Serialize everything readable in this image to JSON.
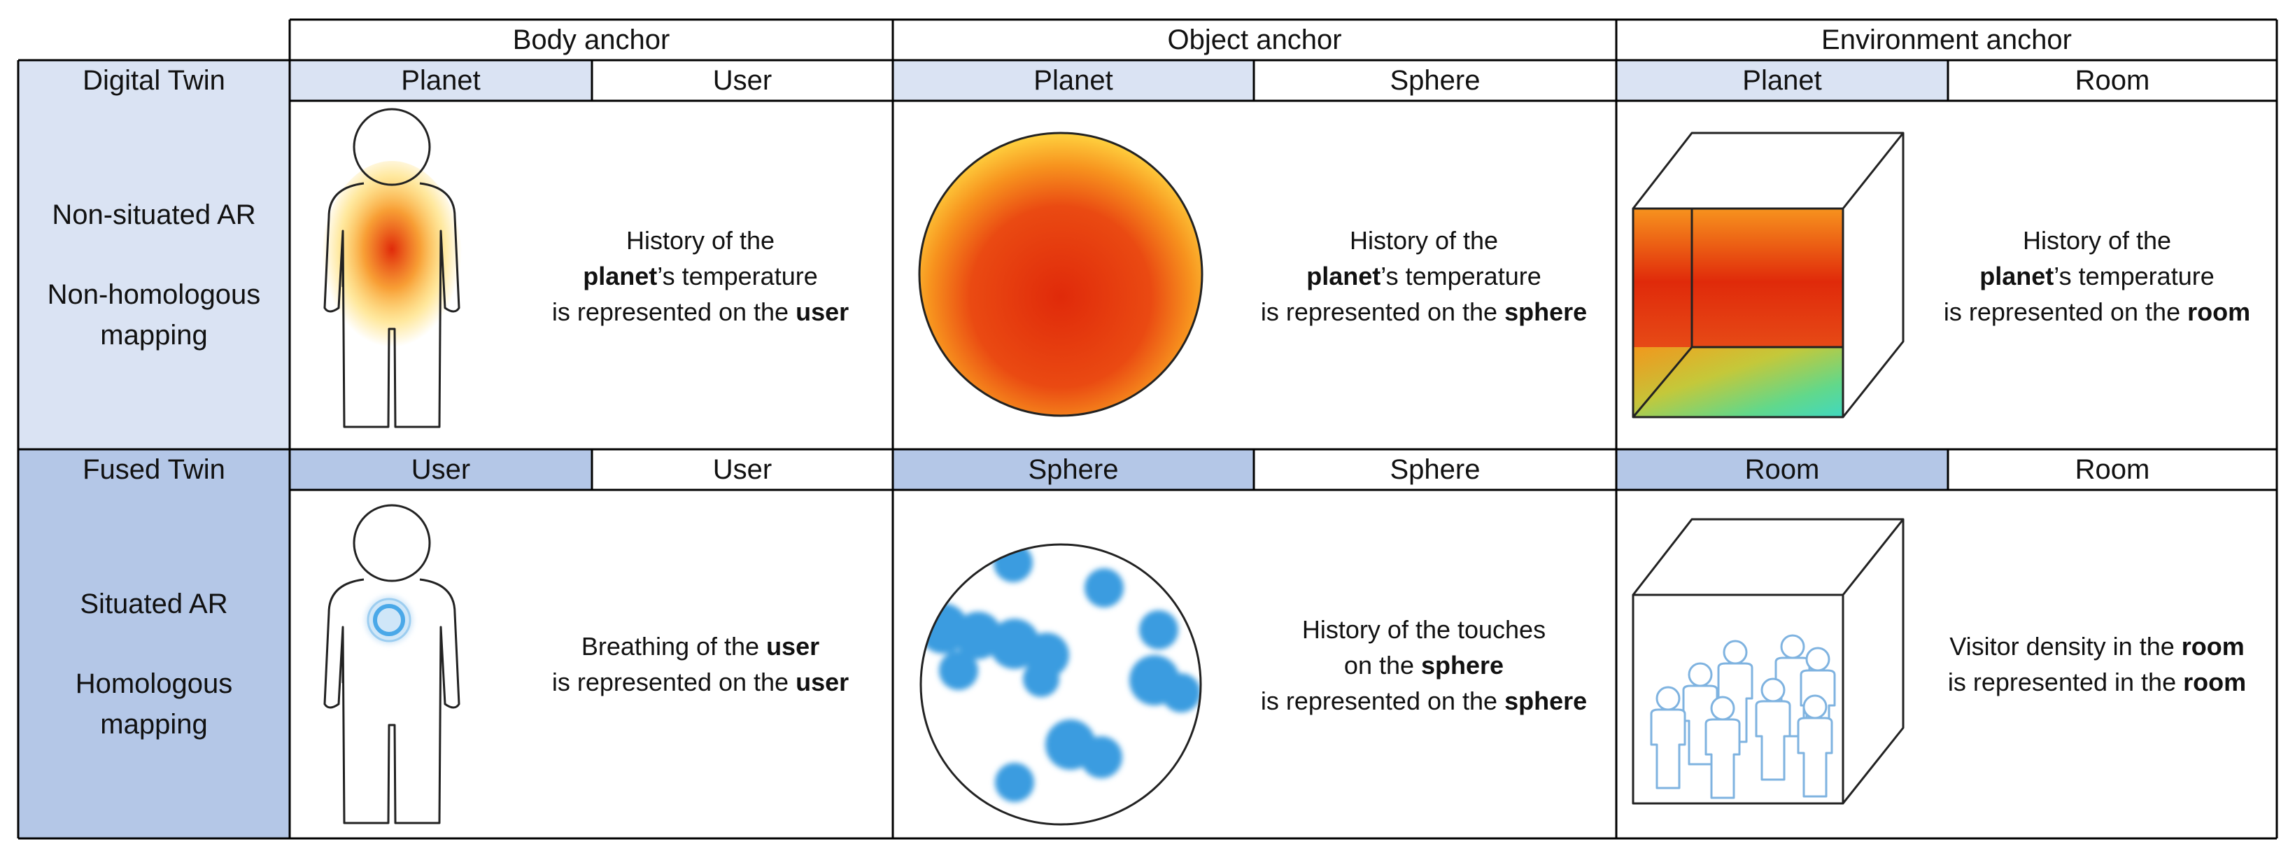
{
  "anchors": [
    "Body anchor",
    "Object anchor",
    "Environment anchor"
  ],
  "rows": [
    {
      "label": "Digital Twin",
      "line1": "Non-situated AR",
      "line2a": "Non-homologous",
      "line2b": "mapping",
      "pairs": [
        [
          "Planet",
          "User"
        ],
        [
          "Planet",
          "Sphere"
        ],
        [
          "Planet",
          "Room"
        ]
      ],
      "desc": [
        [
          {
            "pre": "History of the",
            "bold": "",
            "post": ""
          },
          {
            "pre": "",
            "bold": "planet",
            "post": "’s temperature"
          },
          {
            "pre": "is represented on the ",
            "bold": "user",
            "post": ""
          }
        ],
        [
          {
            "pre": "History of the",
            "bold": "",
            "post": ""
          },
          {
            "pre": "",
            "bold": "planet",
            "post": "’s temperature"
          },
          {
            "pre": "is represented on the ",
            "bold": "sphere",
            "post": ""
          }
        ],
        [
          {
            "pre": "History of the",
            "bold": "",
            "post": ""
          },
          {
            "pre": "",
            "bold": "planet",
            "post": "’s temperature"
          },
          {
            "pre": "is represented on the ",
            "bold": "room",
            "post": ""
          }
        ]
      ]
    },
    {
      "label": "Fused Twin",
      "line1": "Situated AR",
      "line2a": "Homologous",
      "line2b": "mapping",
      "pairs": [
        [
          "User",
          "User"
        ],
        [
          "Sphere",
          "Sphere"
        ],
        [
          "Room",
          "Room"
        ]
      ],
      "desc": [
        [
          {
            "pre": "Breathing of the ",
            "bold": "user",
            "post": ""
          },
          {
            "pre": "is represented on the ",
            "bold": "user",
            "post": ""
          }
        ],
        [
          {
            "pre": "History of the touches",
            "bold": "",
            "post": ""
          },
          {
            "pre": "on the ",
            "bold": "sphere",
            "post": ""
          },
          {
            "pre": "is represented on the ",
            "bold": "sphere",
            "post": ""
          }
        ],
        [
          {
            "pre": "Visitor density in the ",
            "bold": "room",
            "post": ""
          },
          {
            "pre": "is represented in the ",
            "bold": "room",
            "post": ""
          }
        ]
      ]
    }
  ],
  "colors": {
    "row1_fill": "#dae3f3",
    "row2_fill": "#b4c7e7",
    "heat_red": "#e02a0a",
    "heat_orange": "#f7931e",
    "heat_yellow": "#ffd23f",
    "heat_teal": "#40d8c0",
    "touch_blue": "#3a9ce0",
    "figure_blue": "#7fb3e0"
  },
  "icons": [
    "person-heatmap-icon",
    "sphere-heatmap-icon",
    "room-heatmap-icon",
    "person-breathing-icon",
    "sphere-touches-icon",
    "room-visitors-icon"
  ]
}
